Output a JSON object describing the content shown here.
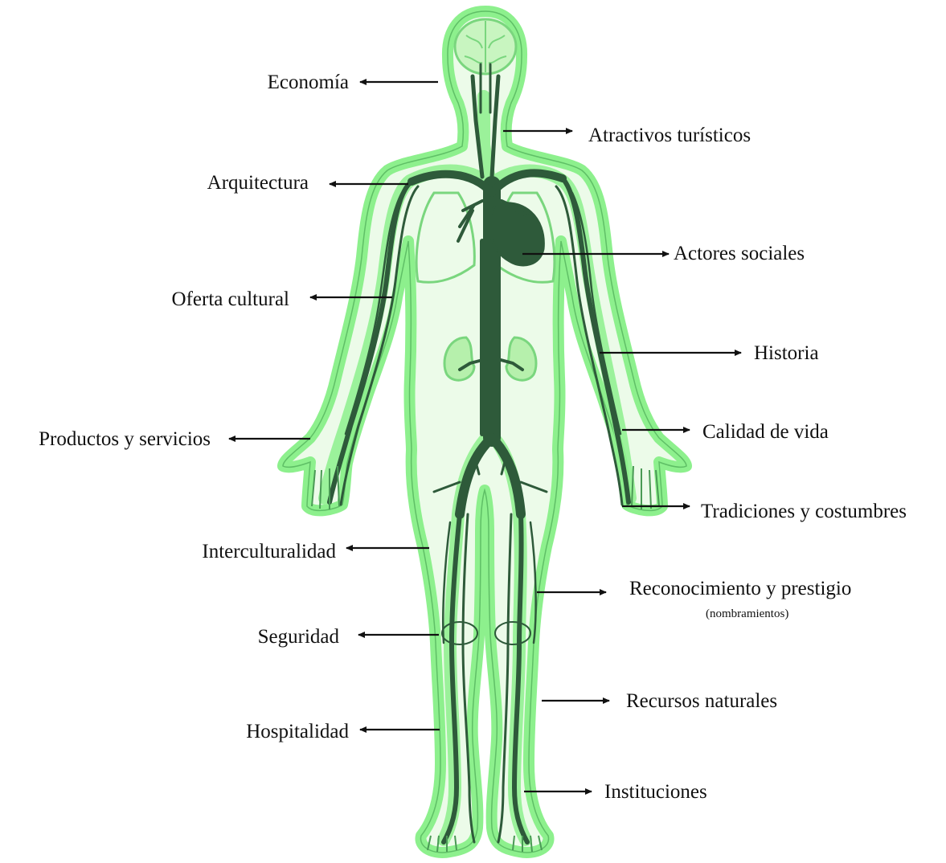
{
  "colors": {
    "body_outline": "#8df08d",
    "body_fill": "#ecfbe9",
    "vessel_dark": "#2e5a3a",
    "vessel_glow": "#8df08d",
    "arrow": "#111111"
  },
  "figure": {
    "icon": "human-circulatory-system-figure"
  },
  "labels_left": {
    "economia": "Economía",
    "arquitectura": "Arquitectura",
    "oferta_cultural": "Oferta cultural",
    "productos_servicios": "Productos y servicios",
    "interculturalidad": "Interculturalidad",
    "seguridad": "Seguridad",
    "hospitalidad": "Hospitalidad"
  },
  "labels_right": {
    "atractivos": "Atractivos turísticos",
    "actores": "Actores sociales",
    "historia": "Historia",
    "calidad": "Calidad de vida",
    "tradiciones": "Tradiciones y costumbres",
    "reconocimiento": "Reconocimiento y prestigio",
    "reconocimiento_sub": "(nombramientos)",
    "recursos": "Recursos naturales",
    "instituciones": "Instituciones"
  }
}
